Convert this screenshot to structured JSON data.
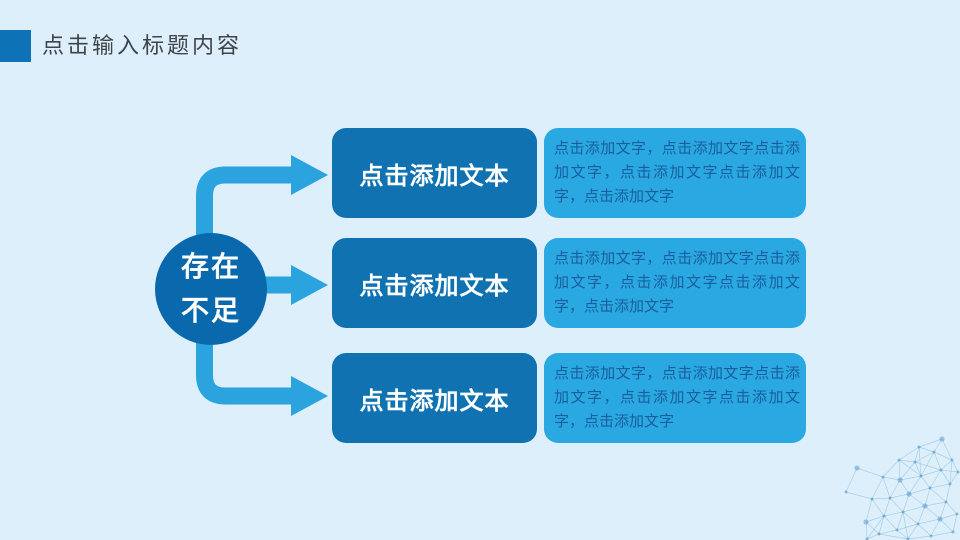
{
  "header": {
    "title": "点击输入标题内容"
  },
  "diagram": {
    "circle": {
      "line1": "存在",
      "line2": "不足"
    },
    "rows": [
      {
        "heading": "点击添加文本",
        "body": "点击添加文字，点击添加文字点击添加文字，点击添加文字点击添加文字，点击添加文字"
      },
      {
        "heading": "点击添加文本",
        "body": "点击添加文字，点击添加文字点击添加文字，点击添加文字点击添加文字，点击添加文字"
      },
      {
        "heading": "点击添加文本",
        "body": "点击添加文字，点击添加文字点击添加文字，点击添加文字点击添加文字，点击添加文字"
      }
    ]
  },
  "colors": {
    "background": "#ddeffb",
    "title_text": "#3e4449",
    "title_accent_square": "#0d72b6",
    "circle_fill": "#0a69ad",
    "arrow_fill": "#2aa3de",
    "dark_box_fill": "#1172b2",
    "light_box_fill": "#29a8e1",
    "light_box_text": "#1a5e9d",
    "placeholder_text": "#ffffff"
  },
  "decoration": {
    "bottom_right": "network-sphere"
  }
}
